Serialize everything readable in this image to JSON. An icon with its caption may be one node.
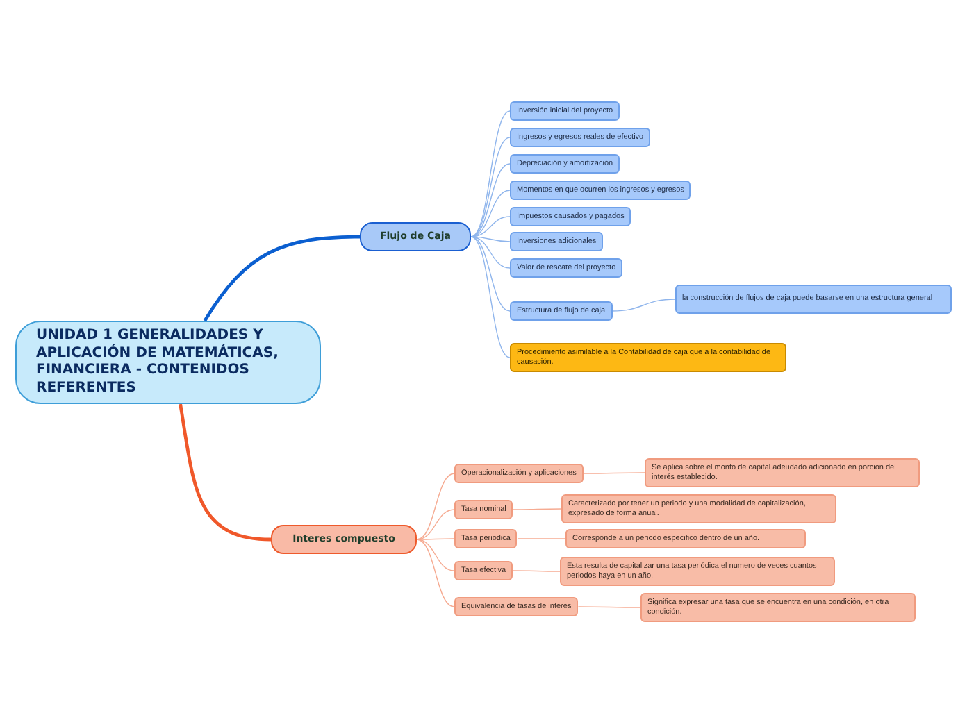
{
  "diagram": {
    "nodes": [
      {
        "text": [
          "UNIDAD 1 GENERALIDADES Y APLICACIÓN DE MATEMÁTICAS, FINANCIERA - CONTENIDOS REFERENTES"
        ]
      },
      {
        "text": [
          "Flujo de Caja"
        ]
      },
      {
        "text": [
          "Inversión inicial del proyecto"
        ]
      },
      {
        "text": [
          "Ingresos y egresos reales de efectivo"
        ]
      },
      {
        "text": [
          "Depreciación y amortización"
        ]
      },
      {
        "text": [
          "Momentos en que ocurren los ingresos y egresos"
        ]
      },
      {
        "text": [
          "Impuestos causados y pagados"
        ]
      },
      {
        "text": [
          "Inversiones adicionales"
        ]
      },
      {
        "text": [
          "Valor de rescate del proyecto"
        ]
      },
      {
        "text": [
          "Estructura de flujo de caja"
        ]
      },
      {
        "text": [
          "la construcción de flujos de caja puede basarse en una estructura general"
        ]
      },
      {
        "text": [
          "Procedimiento asimilable a la Contabilidad de caja que a la contabilidad de causación."
        ]
      },
      {
        "text": [
          "Interes compuesto"
        ]
      },
      {
        "text": [
          "Operacionalización y aplicaciones"
        ]
      },
      {
        "text": [
          "Se aplica sobre el monto de capital adeudado adicionado en porcion del interés establecido."
        ]
      },
      {
        "text": [
          "Tasa nominal"
        ]
      },
      {
        "text": [
          "Caracterizado por tener un periodo y una modalidad de capitalización, expresado de forma anual."
        ]
      },
      {
        "text": [
          "Tasa periodica"
        ]
      },
      {
        "text": [
          "Corresponde a un periodo especifico dentro de un año."
        ]
      },
      {
        "text": [
          "Tasa efectiva"
        ]
      },
      {
        "text": [
          "Esta resulta de capitalizar una tasa periódica el numero de veces cuantos periodos haya en un año."
        ]
      },
      {
        "text": [
          "Equivalencia de tasas de interés"
        ]
      },
      {
        "text": [
          "Significa expresar una tasa que se encuentra en una condición, en otra condición."
        ]
      }
    ],
    "edges": [
      {
        "from": 0,
        "to": 1,
        "arrow": "none",
        "style": "thick",
        "color": "#0b5fd0"
      },
      {
        "from": 1,
        "to": 2,
        "arrow": "none",
        "color": "#8fb5ec"
      },
      {
        "from": 1,
        "to": 3,
        "arrow": "none",
        "color": "#8fb5ec"
      },
      {
        "from": 1,
        "to": 4,
        "arrow": "none",
        "color": "#8fb5ec"
      },
      {
        "from": 1,
        "to": 5,
        "arrow": "none",
        "color": "#8fb5ec"
      },
      {
        "from": 1,
        "to": 6,
        "arrow": "none",
        "color": "#8fb5ec"
      },
      {
        "from": 1,
        "to": 7,
        "arrow": "none",
        "color": "#8fb5ec"
      },
      {
        "from": 1,
        "to": 8,
        "arrow": "none",
        "color": "#8fb5ec"
      },
      {
        "from": 1,
        "to": 9,
        "arrow": "none",
        "color": "#8fb5ec"
      },
      {
        "from": 9,
        "to": 10,
        "arrow": "none",
        "color": "#8fb5ec"
      },
      {
        "from": 1,
        "to": 11,
        "arrow": "none",
        "color": "#8fb5ec"
      },
      {
        "from": 0,
        "to": 12,
        "arrow": "none",
        "style": "thick",
        "color": "#f0582a"
      },
      {
        "from": 12,
        "to": 13,
        "arrow": "none",
        "color": "#f6ab92"
      },
      {
        "from": 13,
        "to": 14,
        "arrow": "none",
        "color": "#f6ab92"
      },
      {
        "from": 12,
        "to": 15,
        "arrow": "none",
        "color": "#f6ab92"
      },
      {
        "from": 15,
        "to": 16,
        "arrow": "none",
        "color": "#f6ab92"
      },
      {
        "from": 12,
        "to": 17,
        "arrow": "none",
        "color": "#f6ab92"
      },
      {
        "from": 17,
        "to": 18,
        "arrow": "none",
        "color": "#f6ab92"
      },
      {
        "from": 12,
        "to": 19,
        "arrow": "none",
        "color": "#f6ab92"
      },
      {
        "from": 19,
        "to": 20,
        "arrow": "none",
        "color": "#f6ab92"
      },
      {
        "from": 12,
        "to": 21,
        "arrow": "none",
        "color": "#f6ab92"
      },
      {
        "from": 21,
        "to": 22,
        "arrow": "none",
        "color": "#f6ab92"
      }
    ]
  }
}
